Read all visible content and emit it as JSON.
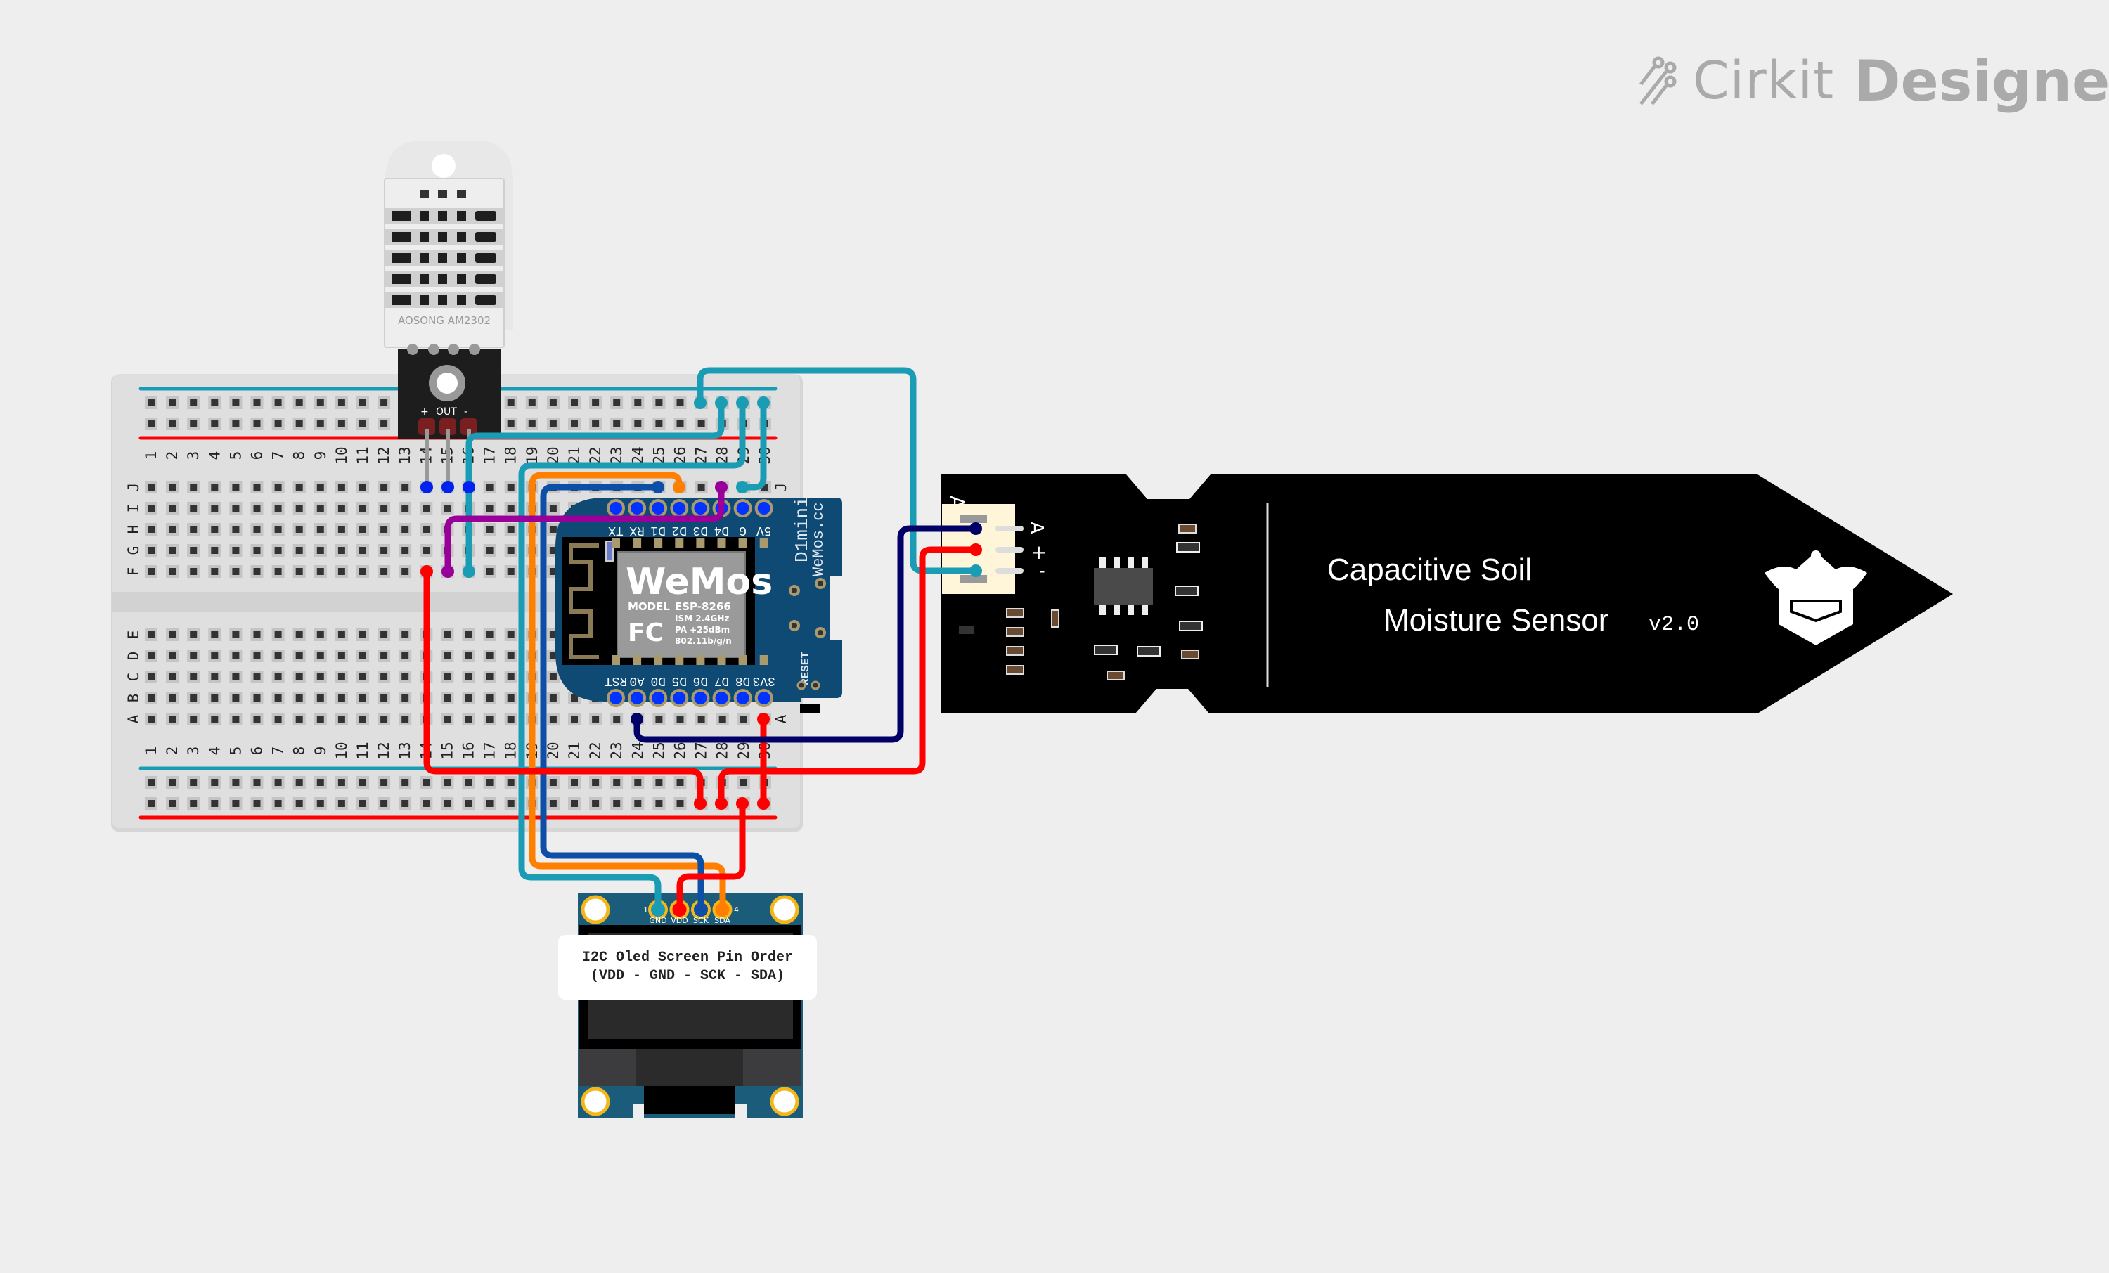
{
  "app": {
    "brand_light": "Cirkit",
    "brand_bold": "Designer",
    "logo_icon": "circuit-traces-icon"
  },
  "colors": {
    "background": "#eeeeee",
    "breadboard": "#dddddd",
    "rail_blue": "#1a9cb5",
    "rail_red": "#ff0000",
    "wire_teal": "#1a9cb5",
    "wire_red": "#ff0000",
    "wire_orange": "#ff7f00",
    "wire_blue": "#0d4ea6",
    "wire_navy": "#000066",
    "wire_purple": "#990099",
    "wemos_board": "#0e4a73",
    "oled_board": "#1b5c7a",
    "sensor_board": "#000000"
  },
  "breadboard": {
    "columns": [
      "1",
      "2",
      "3",
      "4",
      "5",
      "6",
      "7",
      "8",
      "9",
      "10",
      "11",
      "12",
      "13",
      "14",
      "15",
      "16",
      "17",
      "18",
      "19",
      "20",
      "21",
      "22",
      "23",
      "24",
      "25",
      "26",
      "27",
      "28",
      "29",
      "30"
    ],
    "rows_top": [
      "J",
      "I",
      "H",
      "G",
      "F"
    ],
    "rows_bottom": [
      "E",
      "D",
      "C",
      "B",
      "A"
    ]
  },
  "dht_sensor": {
    "model_label": "AOSONG AM2302",
    "pin_labels": [
      "+",
      "OUT",
      "-"
    ]
  },
  "wemos": {
    "title": "D1mini",
    "website": "WeMos.cc",
    "brand": "WeMos",
    "model": "MODEL",
    "chip": "ESP-8266",
    "spec_lines": [
      "ISM 2.4GHz",
      "PA +25dBm",
      "802.11b/g/n"
    ],
    "fcc": "FC",
    "reset_label": "RESET",
    "top_pins": [
      "TX",
      "RX",
      "D1",
      "D2",
      "D3",
      "D4",
      "G",
      "5V"
    ],
    "bottom_pins": [
      "RST",
      "A0",
      "D0",
      "D5",
      "D6",
      "D7",
      "D8",
      "3V3"
    ]
  },
  "soil_sensor": {
    "title_line1": "Capacitive Soil",
    "title_line2": "Moisture Sensor",
    "version": "v2.0",
    "connector_label": "A",
    "pin_labels": [
      "A",
      "+",
      "-"
    ],
    "logo_icon": "dfrobot-logo-icon"
  },
  "oled": {
    "pin_num_first": "1",
    "pin_num_last": "4",
    "pins": [
      "GND",
      "VDD",
      "SCK",
      "SDA"
    ]
  },
  "note": {
    "line1": "I2C Oled Screen Pin Order",
    "line2": "(VDD - GND - SCK - SDA)"
  }
}
